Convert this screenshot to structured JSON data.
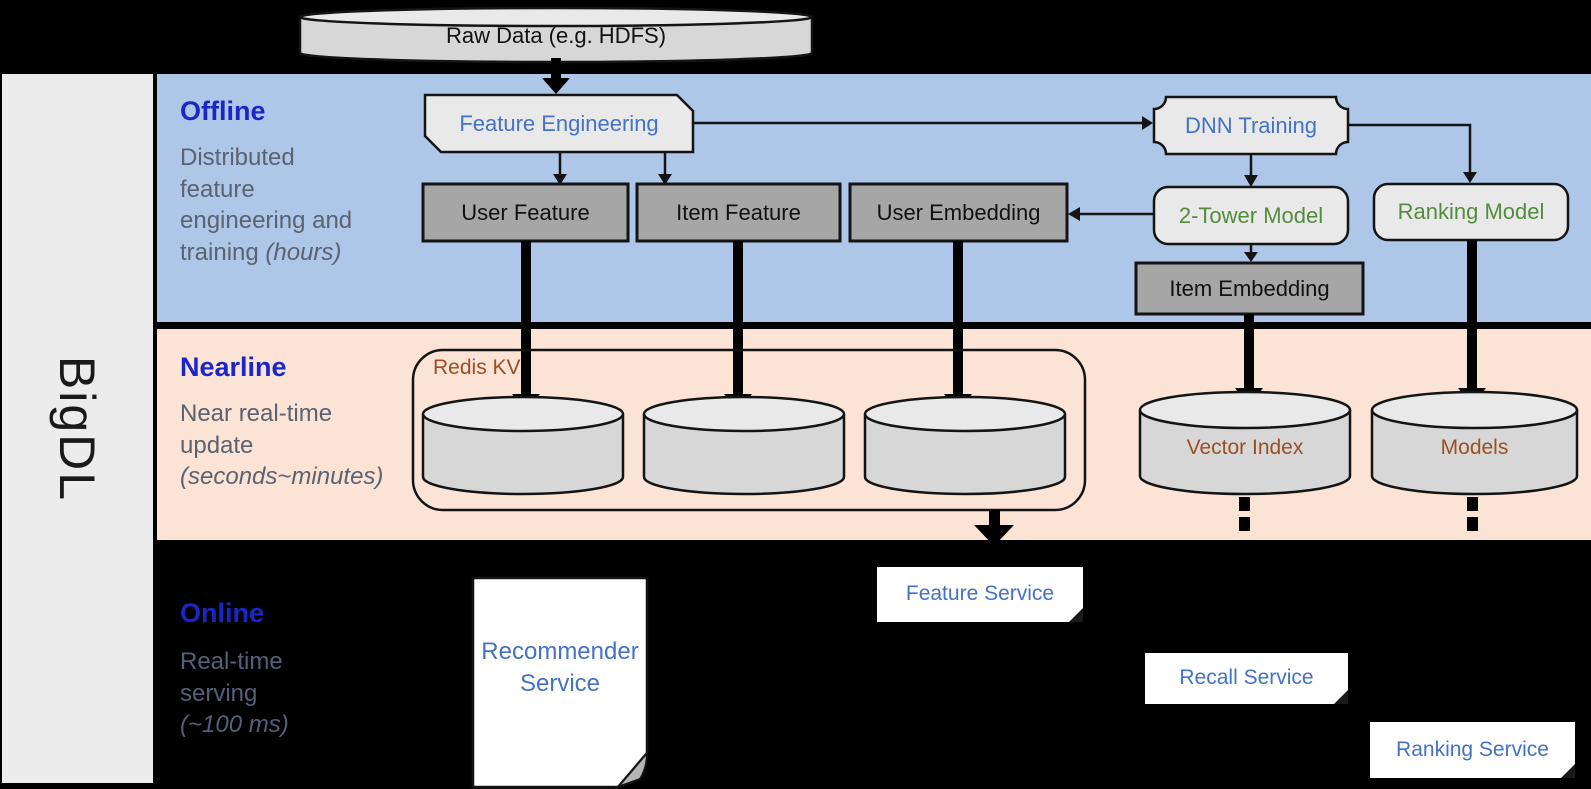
{
  "product": {
    "name": "BigDL"
  },
  "source": {
    "label": "Raw Data (e.g. HDFS)"
  },
  "colors": {
    "offline_band": "#aec6e8",
    "nearline_band": "#fbe3d6",
    "stage_title_blue": "#1b26c8",
    "desc_gray": "#5b6270",
    "box_light_gray": "#e9e9e9",
    "box_dark_gray": "#a6a6a6",
    "label_blue": "#4472c4",
    "label_green": "#538c3f",
    "label_brown": "#9c4f21",
    "cylinder_body": "#d7d7d7",
    "cylinder_top": "#e9e9e9",
    "sidebar_gray": "#ececec"
  },
  "offline_label": {
    "title": "Offline",
    "l1": "Distributed",
    "l2": "feature",
    "l3": "engineering and",
    "l4": "training",
    "l4i": "(hours)"
  },
  "nearline_label": {
    "title": "Nearline",
    "l1": "Near real-time",
    "l2": "update",
    "l3i": "(seconds~minutes)"
  },
  "online_label": {
    "title": "Online",
    "l1": "Real-time",
    "l2": "serving",
    "l3i": "(~100 ms)"
  },
  "offline": {
    "feature_engineering": "Feature Engineering",
    "dnn_training": "DNN Training",
    "user_feature": "User Feature",
    "item_feature": "Item Feature",
    "user_embedding": "User Embedding",
    "two_tower_model": "2-Tower Model",
    "ranking_model": "Ranking Model",
    "item_embedding": "Item Embedding"
  },
  "nearline": {
    "redis_kv": "Redis KV",
    "vector_index": "Vector Index",
    "models": "Models"
  },
  "online": {
    "recommender_l1": "Recommender",
    "recommender_l2": "Service",
    "feature_service": "Feature Service",
    "recall_service": "Recall Service",
    "ranking_service": "Ranking Service"
  }
}
